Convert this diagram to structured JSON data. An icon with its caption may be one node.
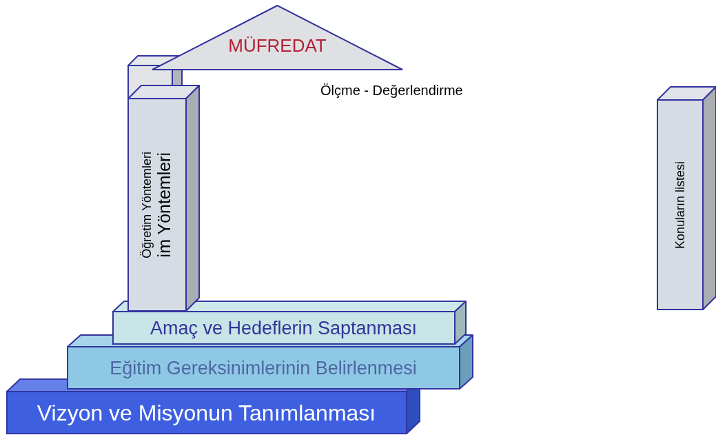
{
  "diagram": {
    "nodes": [
      {
        "text": [
          "MÜFREDAT"
        ]
      },
      {
        "text": [],
        "shape": "box"
      },
      {
        "text": [
          "Öğretim Yöntemleri",
          "im Yöntemleri"
        ]
      },
      {
        "text": [
          "Konuların listesi"
        ]
      },
      {
        "text": [
          "Amaç ve Hedeflerin Saptanması"
        ]
      },
      {
        "text": [
          "Eğitim Gereksinimlerinin Belirlenmesi"
        ]
      },
      {
        "text": [
          "Vizyon ve Misyonun Tanımlanması"
        ]
      }
    ],
    "labels": [
      "Ölçme - Değerlendirme"
    ]
  }
}
